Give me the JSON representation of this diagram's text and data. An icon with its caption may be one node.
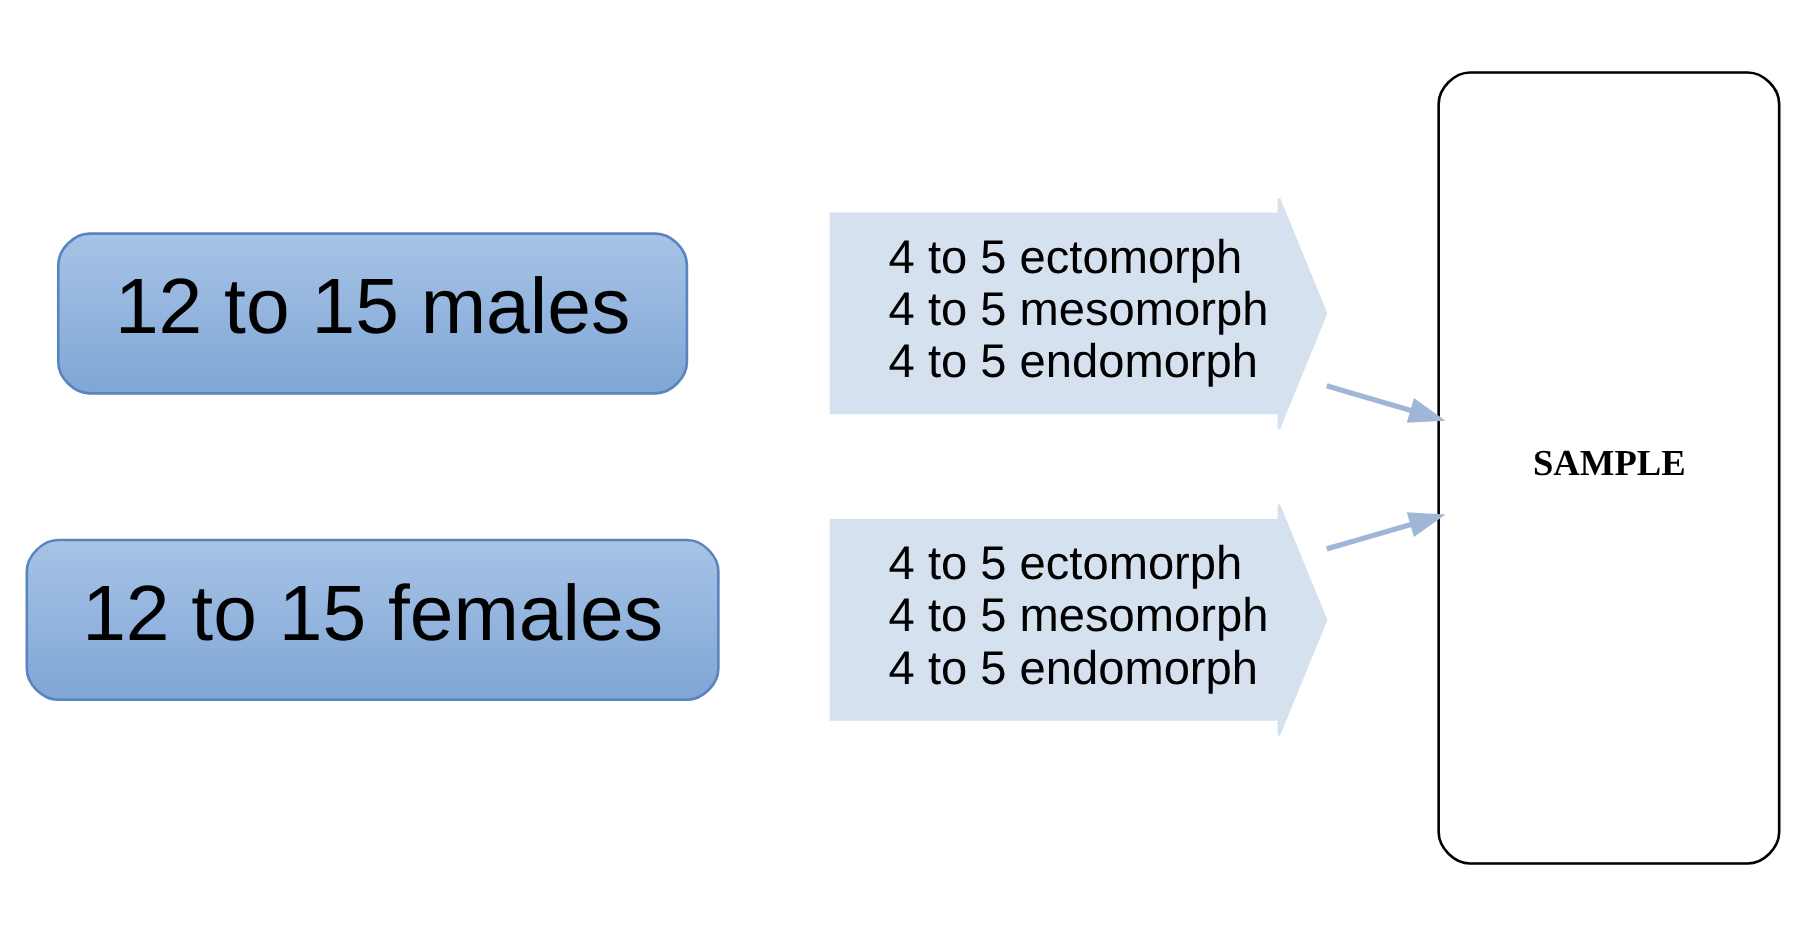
{
  "diagram": {
    "nodes": [
      {
        "text": [
          "12 to 15 males"
        ]
      },
      {
        "text": [
          "4 to 5 ectomorph",
          "4 to 5 mesomorph",
          "4 to 5 endomorph"
        ]
      },
      {
        "text": [
          "12 to 15 females"
        ]
      },
      {
        "text": [
          "4 to 5 ectomorph",
          "4 to 5 mesomorph",
          "4 to 5 endomorph"
        ]
      },
      {
        "text": [
          "SAMPLE"
        ]
      }
    ],
    "edges": [
      {
        "from": 1,
        "to": 4,
        "arrow": "to"
      },
      {
        "from": 3,
        "to": 4,
        "arrow": "to"
      }
    ]
  }
}
